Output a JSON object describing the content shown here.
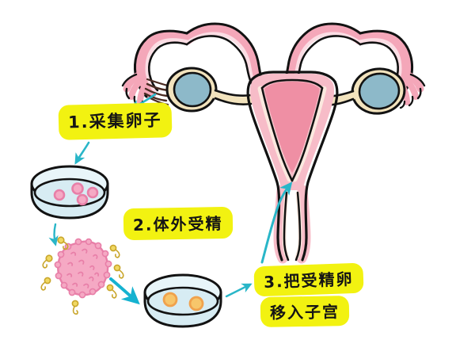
{
  "diagram": {
    "title": "IVF process illustration",
    "background_color": "#ffffff",
    "palette": {
      "highlight_yellow": "#f2f211",
      "arrow_teal": "#29b6c8",
      "uterus_pink": "#f4a7b9",
      "uterus_pink_light": "#f7bcc8",
      "endometrium_pink": "#ef8fa4",
      "lining_cream": "#fbe9df",
      "ovary_blue": "#8db9c9",
      "ovary_ring_cream": "#f2e3bd",
      "egg_pink": "#f5a9c4",
      "egg_pink_dark": "#e87fa8",
      "dish_blue": "#d7ecf3",
      "dish_blue_light": "#e8f5f9",
      "zygote_orange": "#f7c66b",
      "zygote_orange_dark": "#f0a24d",
      "sperm_yellow": "#f0d862",
      "outline_black": "#121212"
    },
    "steps": [
      {
        "id": "step1",
        "label": "1.采集卵子",
        "meaning": "collect-eggs"
      },
      {
        "id": "step2",
        "label": "2.体外受精",
        "meaning": "in-vitro-fertilization"
      },
      {
        "id": "step3",
        "label_line1": "3.把受精卵",
        "label_line2": "移入子宫",
        "meaning": "transfer-embryo-to-uterus"
      }
    ],
    "illustrations": {
      "uterus": {
        "name": "uterus-and-fallopian-tubes",
        "ovaries": 2
      },
      "dish_eggs": {
        "name": "petri-dish-with-eggs",
        "egg_count": 4
      },
      "fertilization": {
        "name": "egg-with-sperm",
        "sperm_count": 7
      },
      "dish_zygotes": {
        "name": "petri-dish-with-fertilized-eggs",
        "zygote_count": 2
      }
    },
    "arrows": [
      {
        "name": "arrow-ovary-to-step1",
        "from": "left-ovary",
        "to": "step1-label"
      },
      {
        "name": "arrow-step1-to-dish",
        "from": "step1-label",
        "to": "petri-dish-with-eggs"
      },
      {
        "name": "arrow-dish-to-fertilization",
        "from": "petri-dish-with-eggs",
        "to": "egg-with-sperm"
      },
      {
        "name": "arrow-fertilization-to-dish2",
        "from": "egg-with-sperm",
        "to": "petri-dish-with-fertilized-eggs"
      },
      {
        "name": "arrow-dish2-to-step3",
        "from": "petri-dish-with-fertilized-eggs",
        "to": "step3-label"
      },
      {
        "name": "arrow-step3-to-uterus",
        "from": "step3-label",
        "to": "uterus"
      }
    ]
  }
}
